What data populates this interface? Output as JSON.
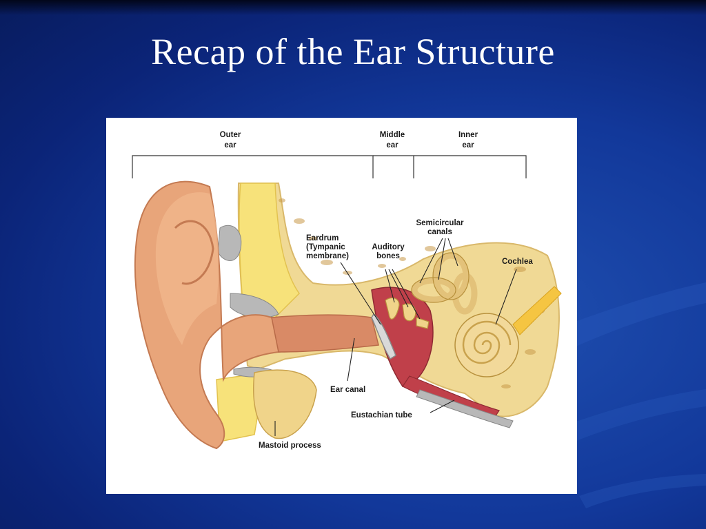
{
  "slide": {
    "title": "Recap of the Ear Structure"
  },
  "diagram": {
    "sections": {
      "outer": [
        "Outer",
        "ear"
      ],
      "middle": [
        "Middle",
        "ear"
      ],
      "inner": [
        "Inner",
        "ear"
      ]
    },
    "labels": {
      "eardrum": [
        "Eardrum",
        "(Tympanic",
        "membrane)"
      ],
      "auditory_bones": [
        "Auditory",
        "bones"
      ],
      "semicircular": [
        "Semicircular",
        "canals"
      ],
      "cochlea": "Cochlea",
      "ear_canal": "Ear canal",
      "eustachian": "Eustachian tube",
      "mastoid": "Mastoid process"
    }
  },
  "colors": {
    "background": "#12389a",
    "skin": "#e8a57a",
    "bone": "#f2dc96",
    "fat": "#f7e27a",
    "canal": "#c0404a",
    "cartilage": "#b8b8b8"
  }
}
